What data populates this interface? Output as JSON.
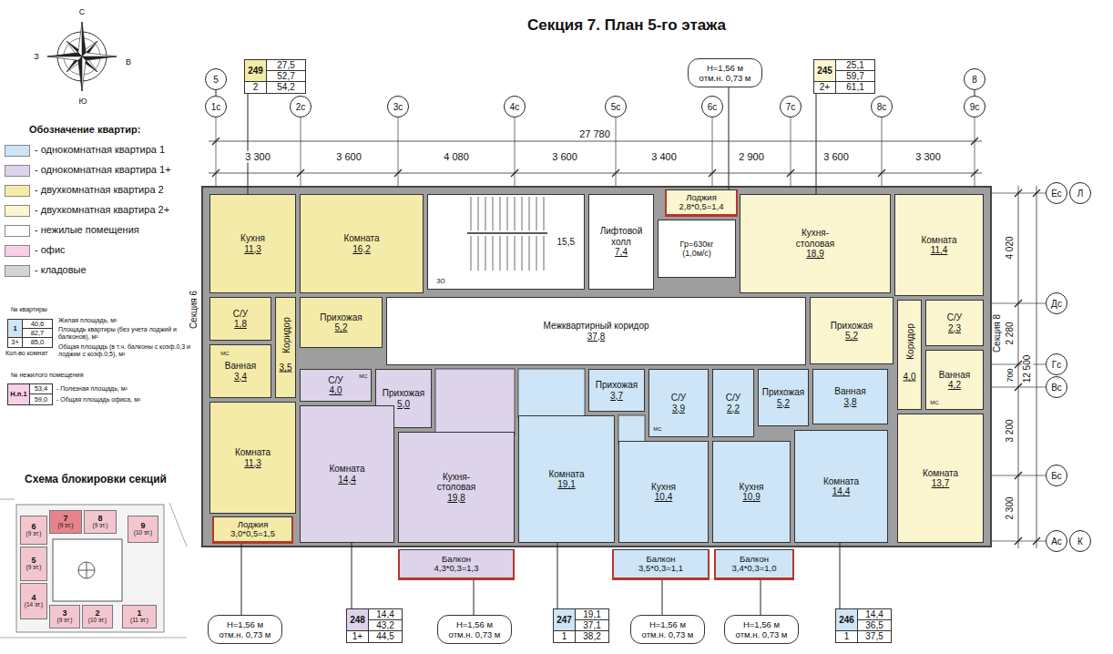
{
  "diagram": {
    "title": "Секция 7. План 5-го этажа",
    "nodes": [
      {
        "text": [
          "249",
          "27,5",
          "52,7",
          "2",
          "54,2"
        ]
      },
      {
        "text": [
          "5"
        ]
      },
      {
        "text": [
          "H=1,56 м",
          "отм.н. 0,73 м"
        ]
      },
      {
        "text": [
          "245",
          "25,1",
          "59,7",
          "2+",
          "61,1"
        ]
      },
      {
        "text": [
          "8"
        ]
      },
      {
        "text": [
          "1с"
        ]
      },
      {
        "text": [
          "2с"
        ]
      },
      {
        "text": [
          "3с"
        ]
      },
      {
        "text": [
          "4с"
        ]
      },
      {
        "text": [
          "5с"
        ]
      },
      {
        "text": [
          "6с"
        ]
      },
      {
        "text": [
          "7с"
        ]
      },
      {
        "text": [
          "8с"
        ]
      },
      {
        "text": [
          "9с"
        ]
      },
      {
        "text": [
          "Ес"
        ]
      },
      {
        "text": [
          "Л"
        ]
      },
      {
        "text": [
          "Кухня",
          "11,3"
        ]
      },
      {
        "text": [
          "Комната",
          "16,2"
        ]
      },
      {
        "text": [
          "15,5"
        ]
      },
      {
        "text": [
          "Лифтовой холл",
          "7,4"
        ]
      },
      {
        "text": [
          "Лоджия",
          "2,8*0,5=1,4"
        ]
      },
      {
        "text": [
          "Гр=630кг (1,0м/с)"
        ]
      },
      {
        "text": [
          "Кухня- столовая",
          "18,9"
        ]
      },
      {
        "text": [
          "Комната",
          "11,4"
        ]
      },
      {
        "text": [
          "Дс"
        ]
      },
      {
        "text": [
          "С/У",
          "1,8"
        ]
      },
      {
        "text": [
          "Прихожая",
          "5,2"
        ]
      },
      {
        "text": [
          "Коридор",
          "3,5"
        ]
      },
      {
        "text": [
          "Межквартирный коридор",
          "37,8"
        ]
      },
      {
        "text": [
          "Прихожая",
          "5,2"
        ]
      },
      {
        "text": [
          "С/У",
          "2,3"
        ]
      },
      {
        "text": [
          "Ванная",
          "3,4"
        ]
      },
      {
        "text": [
          "Коридор",
          "4,0"
        ]
      },
      {
        "text": [
          "Ванная",
          "4,2"
        ]
      },
      {
        "text": [
          "Гс"
        ]
      },
      {
        "text": [
          "Вс"
        ]
      },
      {
        "text": [
          "С/У",
          "4,0"
        ]
      },
      {
        "text": [
          "Прихожая",
          "5,0"
        ]
      },
      {
        "text": [
          "Прихожая",
          "3,7"
        ]
      },
      {
        "text": [
          "С/У",
          "3,9"
        ]
      },
      {
        "text": [
          "С/У",
          "2,2"
        ]
      },
      {
        "text": [
          "Прихожая",
          "5,2"
        ]
      },
      {
        "text": [
          "Ванная",
          "3,8"
        ]
      },
      {
        "text": [
          "Комната",
          "11,3"
        ]
      },
      {
        "text": [
          "Комната",
          "14,4"
        ]
      },
      {
        "text": [
          "Кухня- столовая",
          "19,8"
        ]
      },
      {
        "text": [
          "Комната",
          "19,1"
        ]
      },
      {
        "text": [
          "Кухня",
          "10,4"
        ]
      },
      {
        "text": [
          "Кухня",
          "10,9"
        ]
      },
      {
        "text": [
          "Комната",
          "14,4"
        ]
      },
      {
        "text": [
          "Комната",
          "13,7"
        ]
      },
      {
        "text": [
          "Бс"
        ]
      },
      {
        "text": [
          "Лоджия",
          "3,0*0,5=1,5"
        ]
      },
      {
        "text": [
          "Ас"
        ]
      },
      {
        "text": [
          "К"
        ]
      },
      {
        "text": [
          "Балкон",
          "4,3*0,3=1,3"
        ]
      },
      {
        "text": [
          "Балкон",
          "3,5*0,3=1,1"
        ]
      },
      {
        "text": [
          "Балкон",
          "3,4*0,3=1,0"
        ]
      },
      {
        "text": [
          "H=1,56 м",
          "отм.н. 0,73 м"
        ]
      },
      {
        "text": [
          "248",
          "14,4",
          "43,2",
          "1+",
          "44,5"
        ]
      },
      {
        "text": [
          "H=1,56 м",
          "отм.н. 0,73 м"
        ]
      },
      {
        "text": [
          "247",
          "19,1",
          "37,1",
          "1",
          "38,2"
        ]
      },
      {
        "text": [
          "H=1,56 м",
          "отм.н. 0,73 м"
        ]
      },
      {
        "text": [
          "H=1,56 м",
          "отм.н. 0,73 м"
        ]
      },
      {
        "text": [
          "246",
          "14,4",
          "36,5",
          "1",
          "37,5"
        ]
      },
      {
        "text": [
          "1",
          "40,6",
          "82,7",
          "3+",
          "85,0"
        ]
      },
      {
        "text": [
          "Н.п.1",
          "53,4",
          "59,0"
        ]
      },
      {
        "text": [
          "6",
          "(9 эт.)"
        ]
      },
      {
        "text": [
          "7",
          "(9 эт.)"
        ]
      },
      {
        "text": [
          "8",
          "(9 эт.)"
        ]
      },
      {
        "text": [
          "9",
          "(10 эт.)"
        ]
      },
      {
        "text": [
          "5",
          "(9 эт.)"
        ]
      },
      {
        "text": [
          "4",
          "(14 эт.)"
        ]
      },
      {
        "text": [
          "3",
          "(9 эт.)"
        ]
      },
      {
        "text": [
          "2",
          "(10 эт.)"
        ]
      },
      {
        "text": [
          "1",
          "(11 эт.)"
        ]
      }
    ],
    "edges": [
      {
        "from": 0,
        "to": 16,
        "arrow": "none"
      },
      {
        "from": 1,
        "to": 5,
        "arrow": "none"
      },
      {
        "from": 2,
        "to": 20,
        "arrow": "none"
      },
      {
        "from": 3,
        "to": 22,
        "arrow": "none"
      },
      {
        "from": 4,
        "to": 13,
        "arrow": "none"
      },
      {
        "from": 58,
        "to": 52,
        "arrow": "none"
      },
      {
        "from": 59,
        "to": 44,
        "arrow": "none"
      },
      {
        "from": 60,
        "to": 55,
        "arrow": "none"
      },
      {
        "from": 61,
        "to": 46,
        "arrow": "none"
      },
      {
        "from": 62,
        "to": 56,
        "arrow": "none"
      },
      {
        "from": 63,
        "to": 57,
        "arrow": "none"
      },
      {
        "from": 64,
        "to": 49,
        "arrow": "none"
      }
    ],
    "labels": [
      "С",
      "З",
      "В",
      "Ю",
      "Обозначение квартир:",
      "№ квартиры",
      "Жилая площадь, м²",
      "Площадь квартиры (без учета лоджий и балконов), м²",
      "Общая площадь (в т.ч. балконы с коэф.0,3 и лоджии с коэф.0,5), м²",
      "Кол-во комнат",
      "№ нежилого помещения",
      "- Полезная площадь, м²",
      "- Общая площадь офиса, м²",
      "Схема блокировки секций",
      "27 780",
      "3 300",
      "3 600",
      "4 080",
      "3 600",
      "3 400",
      "2 900",
      "3 600",
      "3 300",
      "4 020",
      "2 280",
      "12 500",
      "700",
      "3 200",
      "2 300",
      "Секция 6",
      "Секция 8",
      "ЗО",
      "МС",
      "МС",
      "МС",
      "МС"
    ],
    "legend": [
      {
        "text": "- однокомнатная квартира 1",
        "color": "#cde5f7"
      },
      {
        "text": "- однокомнатная квартира 1+",
        "color": "#ddd3eb"
      },
      {
        "text": "- двухкомнатная квартира 2",
        "color": "#f5eba9"
      },
      {
        "text": "- двухкомнатная квартира 2+",
        "color": "#fbf5d0"
      },
      {
        "text": "- нежилые помещения",
        "color": "#ffffff"
      },
      {
        "text": "- офис",
        "color": "#f7d0e6"
      },
      {
        "text": "- кладовые",
        "color": "#d4d4d4"
      }
    ]
  }
}
